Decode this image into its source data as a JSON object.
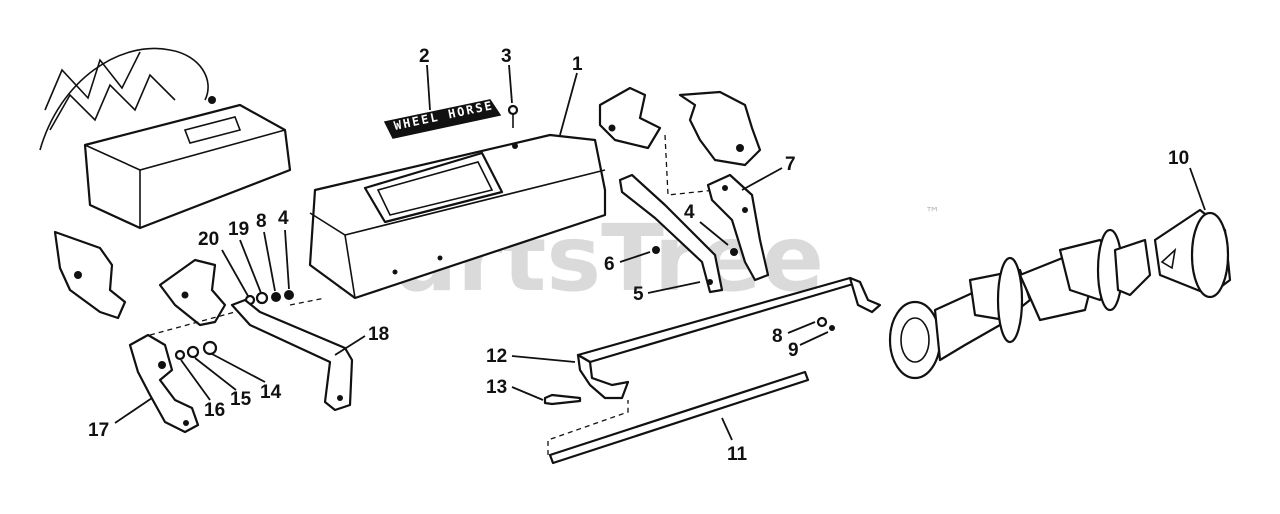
{
  "watermark": {
    "text": "PartsTree",
    "trademark": "™"
  },
  "decal_text": "WHEEL HORSE",
  "callouts": {
    "c1": "1",
    "c2": "2",
    "c3": "3",
    "c4a": "4",
    "c4b": "4",
    "c5": "5",
    "c6": "6",
    "c7": "7",
    "c8a": "8",
    "c8b": "8",
    "c9": "9",
    "c10": "10",
    "c11": "11",
    "c12": "12",
    "c13": "13",
    "c14": "14",
    "c15": "15",
    "c16": "16",
    "c17": "17",
    "c18": "18",
    "c19": "19",
    "c20": "20"
  }
}
